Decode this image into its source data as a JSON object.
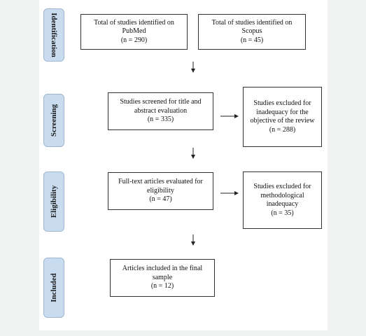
{
  "stages": {
    "identification": "Identification",
    "screening": "Screening",
    "eligibility": "Eligibility",
    "included": "Included"
  },
  "boxes": {
    "pubmed": {
      "text": "Total of studies identified on PubMed",
      "n": "(n = 290)"
    },
    "scopus": {
      "text": "Total of studies identified on Scopus",
      "n": "(n = 45)"
    },
    "screened": {
      "text": "Studies screened for title and abstract evaluation",
      "n": "(n = 335)"
    },
    "excluded_objective": {
      "text": "Studies excluded for inadequacy for the objective of the review",
      "n": "(n = 288)"
    },
    "fulltext": {
      "text": "Full-text articles evaluated for eligibility",
      "n": "(n = 47)"
    },
    "excluded_method": {
      "text": "Studies excluded for methodological inadequacy",
      "n": "(n = 35)"
    },
    "included": {
      "text": "Articles included in the final sample",
      "n": "(n = 12)"
    }
  },
  "colors": {
    "stage_fill": "#c9dcef",
    "background": "#f1f3f2"
  }
}
